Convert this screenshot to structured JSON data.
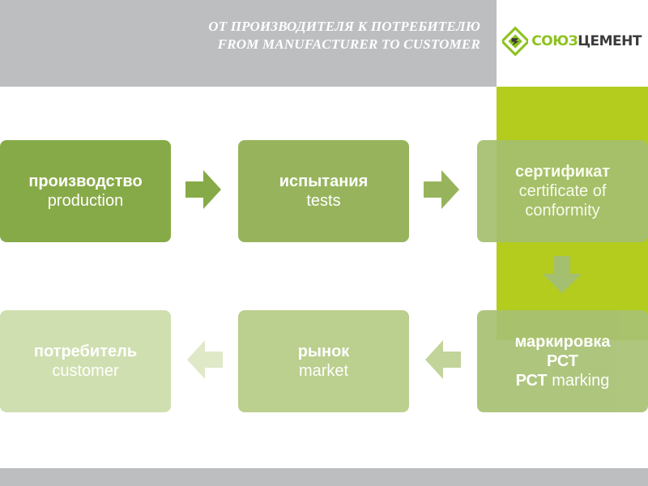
{
  "header": {
    "title_ru": "ОТ ПРОИЗВОДИТЕЛЯ К ПОТРЕБИТЕЛЮ",
    "title_en": "FROM MANUFACTURER TO CUSTOMER"
  },
  "logo": {
    "text_a": "СОЮЗ",
    "text_b": "ЦЕМЕНТ",
    "icon": "soyuzcement-logo-icon"
  },
  "colors": {
    "header_band": "#bcbec0",
    "accent_bar": "#b3cc1e",
    "step_dark": "#87aa48",
    "step_light": "#d0dfb0",
    "arrow": "#87aa48"
  },
  "steps": [
    {
      "ru": "производство",
      "en": "production"
    },
    {
      "ru": "испытания",
      "en": "tests"
    },
    {
      "ru": "сертификат",
      "en": "certificate of conformity"
    },
    {
      "ru": "маркировка",
      "ru2": "РСТ",
      "en_bold": "РСТ",
      "en": "marking"
    },
    {
      "ru": "рынок",
      "en": "market"
    },
    {
      "ru": "потребитель",
      "en": "customer"
    }
  ],
  "arrows": [
    "arrow-right-icon",
    "arrow-right-icon",
    "arrow-down-icon",
    "arrow-left-icon",
    "arrow-left-icon"
  ]
}
